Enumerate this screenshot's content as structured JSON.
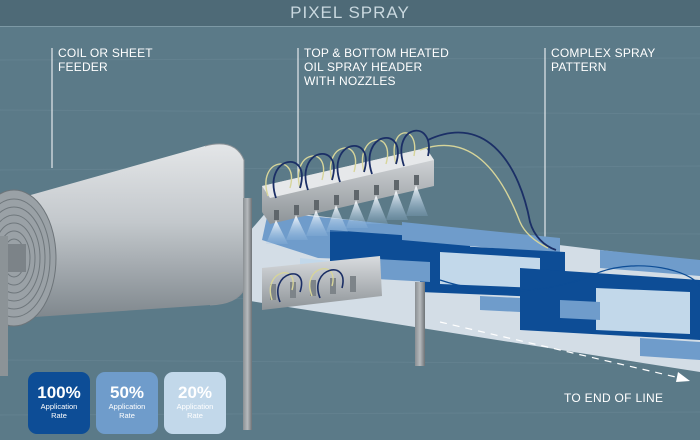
{
  "title": "PIXEL SPRAY",
  "callouts": {
    "feeder": [
      "COIL OR SHEET",
      "FEEDER"
    ],
    "header": [
      "TOP & BOTTOM HEATED",
      "OIL SPRAY HEADER",
      "WITH NOZZLES"
    ],
    "pattern": [
      "COMPLEX SPRAY",
      "PATTERN"
    ]
  },
  "end_label": "TO END OF LINE",
  "legend": [
    {
      "percent": "100%",
      "line1": "Application",
      "line2": "Rate",
      "color": "#0d4d96",
      "text_color": "#ffffff"
    },
    {
      "percent": "50%",
      "line1": "Application",
      "line2": "Rate",
      "color": "#6f9ccb",
      "text_color": "#ffffff"
    },
    {
      "percent": "20%",
      "line1": "Application",
      "line2": "Rate",
      "color": "#c2d8ea",
      "text_color": "#ffffff"
    }
  ],
  "colors": {
    "sea": "#5b7a88",
    "sheet_dark": "#0d4d96",
    "sheet_mid": "#6f9ccb",
    "sheet_light": "#c2d8ea",
    "coil": "#c9cdd0",
    "hose_yellow": "#d7d59a",
    "hose_navy": "#1b2f66"
  }
}
